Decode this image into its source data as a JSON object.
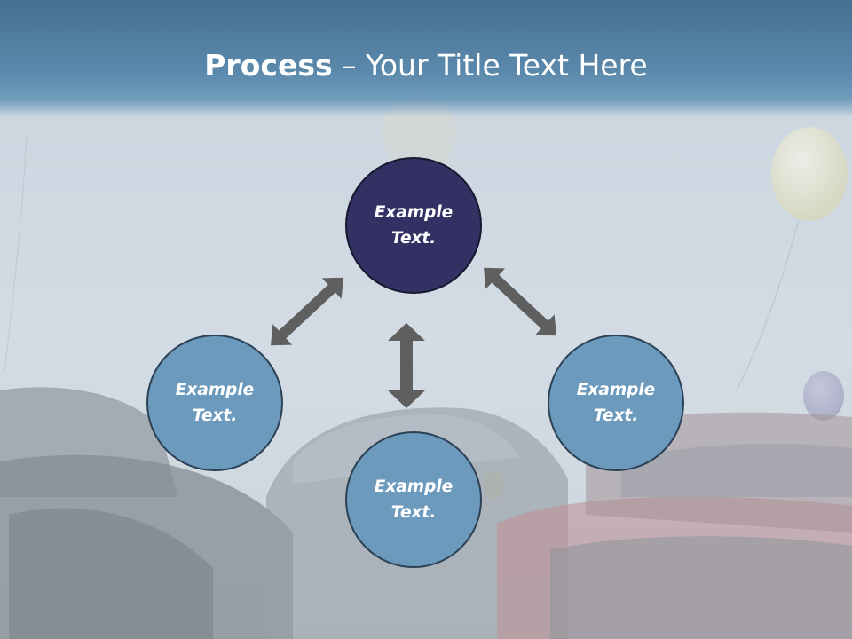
{
  "title": {
    "bold": "Process",
    "rest": " – Your Title Text Here"
  },
  "nodes": {
    "top": {
      "line1": "Example",
      "line2": "Text."
    },
    "left": {
      "line1": "Example",
      "line2": "Text."
    },
    "right": {
      "line1": "Example",
      "line2": "Text."
    },
    "bottom": {
      "line1": "Example",
      "line2": "Text."
    }
  },
  "colors": {
    "title_bar": "#5a88ab",
    "node_light": "#6c9abd",
    "node_dark": "#333163",
    "arrow": "#5f5f5f"
  },
  "arrows": [
    {
      "from": "left",
      "to": "top",
      "style": "double-headed"
    },
    {
      "from": "top",
      "to": "right",
      "style": "double-headed"
    },
    {
      "from": "top",
      "to": "bottom",
      "style": "double-headed"
    }
  ]
}
